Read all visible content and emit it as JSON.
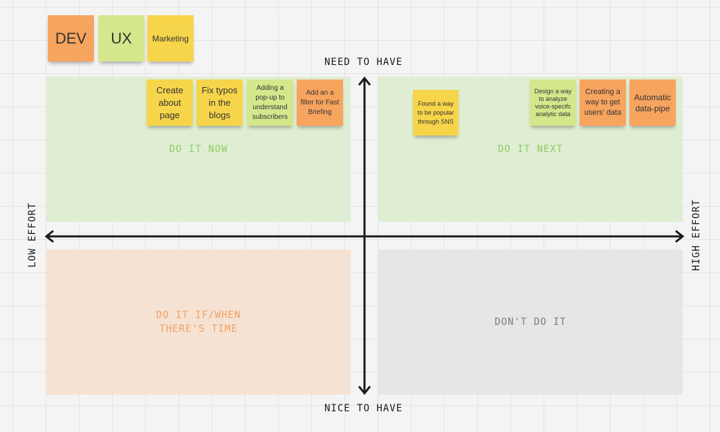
{
  "legend": [
    {
      "label": "DEV",
      "color": "#f7a45f"
    },
    {
      "label": "UX",
      "color": "#d5e78c"
    },
    {
      "label": "Marketing",
      "color": "#f6d54a"
    }
  ],
  "axes": {
    "top": "NEED TO HAVE",
    "bottom": "NICE TO HAVE",
    "left": "LOW EFFORT",
    "right": "HIGH EFFORT"
  },
  "quadrants": {
    "top_left": "DO IT NOW",
    "top_right": "DO IT NEXT",
    "bottom_left": "DO IT IF/WHEN THERE'S TIME",
    "bottom_right": "DON'T DO IT"
  },
  "notes": {
    "do_it_now": [
      {
        "text": "Create about page",
        "team": "Marketing"
      },
      {
        "text": "Fix typos in the blogs",
        "team": "Marketing"
      },
      {
        "text": "Adding a pop-up to understand subscribers",
        "team": "UX"
      },
      {
        "text": "Add an a filter for Fast Briefing",
        "team": "DEV"
      }
    ],
    "do_it_next": [
      {
        "text": "Found a way to be popular through SNS",
        "team": "Marketing"
      },
      {
        "text": "Design a way to analyze voice-specifc analytic data",
        "team": "UX"
      },
      {
        "text": "Creating a way to get users' data",
        "team": "DEV"
      },
      {
        "text": "Automatic data-pipe",
        "team": "DEV"
      }
    ]
  },
  "colors": {
    "dev": "#f7a45f",
    "ux": "#d5e78c",
    "marketing": "#f6d54a",
    "quadrant_do_now": "#dfeed3",
    "quadrant_time": "#f6e2d3",
    "quadrant_dont": "#e6e6e6"
  }
}
